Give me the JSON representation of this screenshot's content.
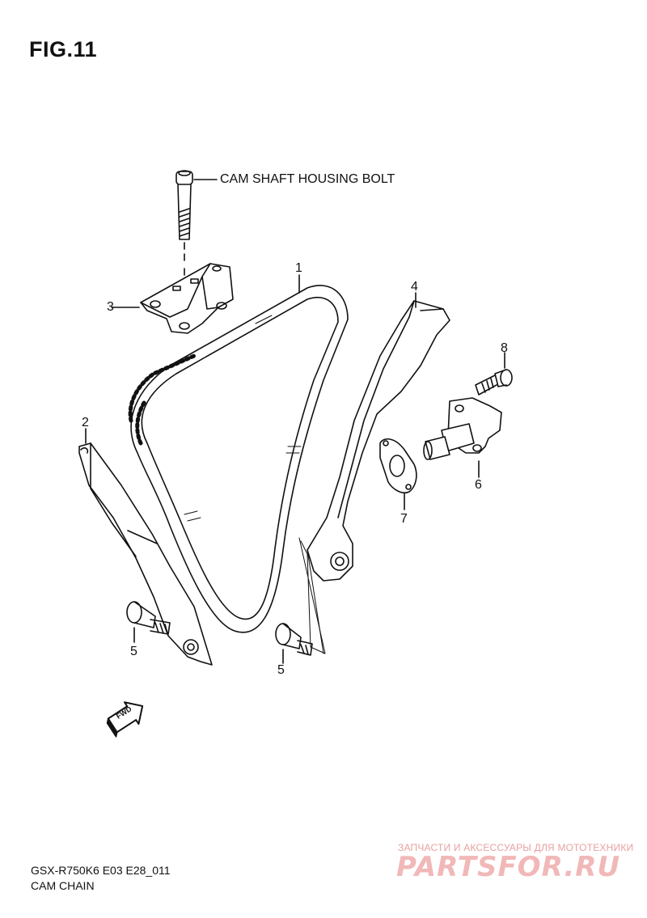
{
  "figure": {
    "title": "FIG.11"
  },
  "callouts": {
    "cam_shaft_housing_bolt": "CAM SHAFT HOUSING BOLT",
    "part_1": "1",
    "part_2": "2",
    "part_3": "3",
    "part_4": "4",
    "part_5a": "5",
    "part_5b": "5",
    "part_6": "6",
    "part_7": "7",
    "part_8": "8"
  },
  "badges": {
    "forward_arrow": "FWD"
  },
  "footer": {
    "model_code": "GSX-R750K6 E03 E28_011",
    "section_name": "CAM CHAIN"
  },
  "watermark": {
    "tagline": "ЗАПЧАСТИ И АКСЕССУАРЫ ДЛЯ МОТОТЕХНИКИ",
    "brand": "PARTSFOR.RU"
  },
  "colors": {
    "line": "#111111",
    "watermark": "#f1b8b8"
  }
}
